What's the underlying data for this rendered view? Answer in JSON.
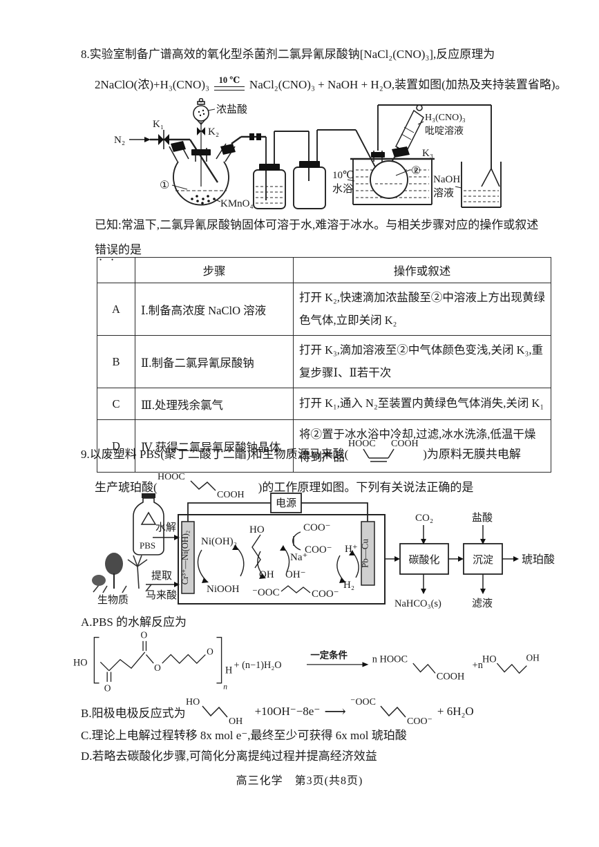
{
  "q8": {
    "intro": "8.实验室制备广谱高效的氧化型杀菌剂二氯异氰尿酸钠[NaCl₂(CNO)₃],反应原理为",
    "equation": {
      "left": "2NaClO(浓)+H₃(CNO)₃",
      "condition": "10 ℃",
      "right": "NaCl₂(CNO)₃ + NaOH + H₂O,装置如图(加热及夹持装置省略)。"
    },
    "apparatus": {
      "n2": "N₂",
      "k1": "K₁",
      "k2": "K₂",
      "k3": "K₃",
      "hcl": "浓盐酸",
      "flask1": "①",
      "kmno4": "KMnO₄",
      "bath1": "10℃",
      "bath2": "水浴",
      "pyridine1": "H₃(CNO)₃",
      "pyridine2": "吡啶溶液",
      "flask2": "②",
      "naoh1": "NaOH",
      "naoh2": "溶液"
    },
    "known_line1": "已知:常温下,二氯异氰尿酸钠固体可溶于水,难溶于冰水。与相关步骤对应的操作或叙述",
    "known_emphasis": "错误",
    "known_rest": "的是",
    "table": {
      "col_step": "步骤",
      "col_operation": "操作或叙述",
      "rows": [
        {
          "option": "A",
          "step": "Ⅰ.制备高浓度 NaClO 溶液",
          "operation": "打开 K₂,快速滴加浓盐酸至②中溶液上方出现黄绿色气体,立即关闭 K₂"
        },
        {
          "option": "B",
          "step": "Ⅱ.制备二氯异氰尿酸钠",
          "operation": "打开 K₃,滴加溶液至②中气体颜色变浅,关闭 K₃,重复步骤Ⅰ、Ⅱ若干次"
        },
        {
          "option": "C",
          "step": "Ⅲ.处理残余氯气",
          "operation": "打开 K₁,通入 N₂至装置内黄绿色气体消失,关闭 K₁"
        },
        {
          "option": "D",
          "step": "Ⅳ.获得二氯异氰尿酸钠晶体",
          "operation": "将②置于冰水浴中冷却,过滤,冰水洗涤,低温干燥得到产品"
        }
      ]
    }
  },
  "q9": {
    "intro_part1": "9.以废塑料 PBS(聚丁二酸丁二酯)和生物质源马来酸(",
    "intro_part2": ")为原料无膜共电解",
    "intro_part3": "生产琥珀酸(",
    "intro_part4": ")的工作原理如图。下列有关说法正确的是",
    "maleic": {
      "left": "HOOC",
      "right": "COOH"
    },
    "succinic": {
      "left": "HOOC",
      "right": "COOH"
    },
    "flow": {
      "power": "电源",
      "pbs": "PBS",
      "hydrolysis": "水解",
      "biomass": "生物质",
      "extract1": "提取",
      "extract2": "马来酸",
      "anode": "Cr³⁺—Ni(OH)₂",
      "cathode": "Pb—Cu",
      "ni_oh_2": "Ni(OH)₂",
      "niooh": "NiOOH",
      "ho": "HO",
      "oh": "OH",
      "na": "Na⁺",
      "oh_minus": "OH⁻",
      "coo_top": "COO⁻",
      "coo_mid": "COO⁻",
      "ooc": "⁻OOC",
      "coo_bottom": "COO⁻",
      "h_plus": "H⁺",
      "h2": "H₂",
      "co2": "CO₂",
      "carbonation": "碳酸化",
      "nahco3": "NaHCO₃(s)",
      "hcl": "盐酸",
      "precipitation": "沉淀",
      "filtrate": "滤液",
      "succinic_acid": "琥珀酸"
    },
    "optionA": {
      "label": "A.PBS 的水解反应为",
      "ho": "HO",
      "o_down": "O",
      "o_up": "O",
      "o_ester": "O",
      "o_end": "O",
      "n_sub": "n",
      "h": "H",
      "plus_water": "+ (n−1)H₂O",
      "condition": "一定条件",
      "product1_prefix": "n HOOC",
      "product1_suffix": "COOH",
      "plus_n": "+n",
      "product2_prefix": "HO",
      "product2_suffix": "OH"
    },
    "optionB": {
      "label": "B.阳极电极反应式为",
      "ho": "HO",
      "oh": "OH",
      "reagents": "+10OH⁻−8e⁻",
      "arrow": "⟶",
      "ooc": "⁻OOC",
      "coo": "COO⁻",
      "tail": "+ 6H₂O"
    },
    "optionC": "C.理论上电解过程转移 8x mol e⁻,最终至少可获得 6x mol 琥珀酸",
    "optionD": "D.若略去碳酸化步骤,可简化分离提纯过程并提高经济效益"
  },
  "footer": "高三化学　第3页(共8页)"
}
